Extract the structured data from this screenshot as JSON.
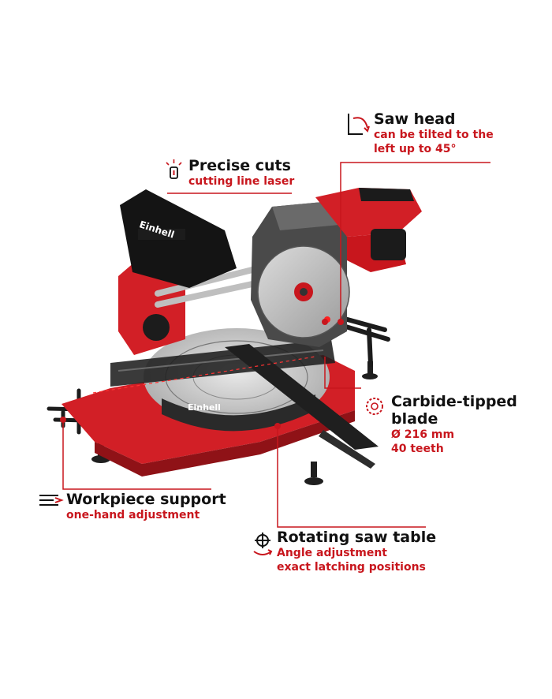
{
  "brand": "Einhell",
  "colors": {
    "accent": "#c8161d",
    "text": "#111111",
    "body_red": "#d21f26",
    "dark": "#2b2b2b"
  },
  "callouts": {
    "saw_head": {
      "title": "Saw head",
      "lines": [
        "can be tilted to the",
        "left up to 45°"
      ],
      "icon": "tilt-icon"
    },
    "precise_cuts": {
      "title": "Precise cuts",
      "lines": [
        "cutting line laser"
      ],
      "icon": "laser-icon"
    },
    "blade": {
      "title_lines": [
        "Carbide-tipped",
        "blade"
      ],
      "lines": [
        "Ø 216 mm",
        "40 teeth"
      ],
      "icon": "saw-blade-icon"
    },
    "workpiece": {
      "title": "Workpiece support",
      "lines": [
        "one-hand adjustment"
      ],
      "icon": "workpiece-support-icon"
    },
    "table": {
      "title": "Rotating saw table",
      "lines": [
        "Angle adjustment",
        "exact latching positions"
      ],
      "icon": "rotate-table-icon"
    }
  }
}
